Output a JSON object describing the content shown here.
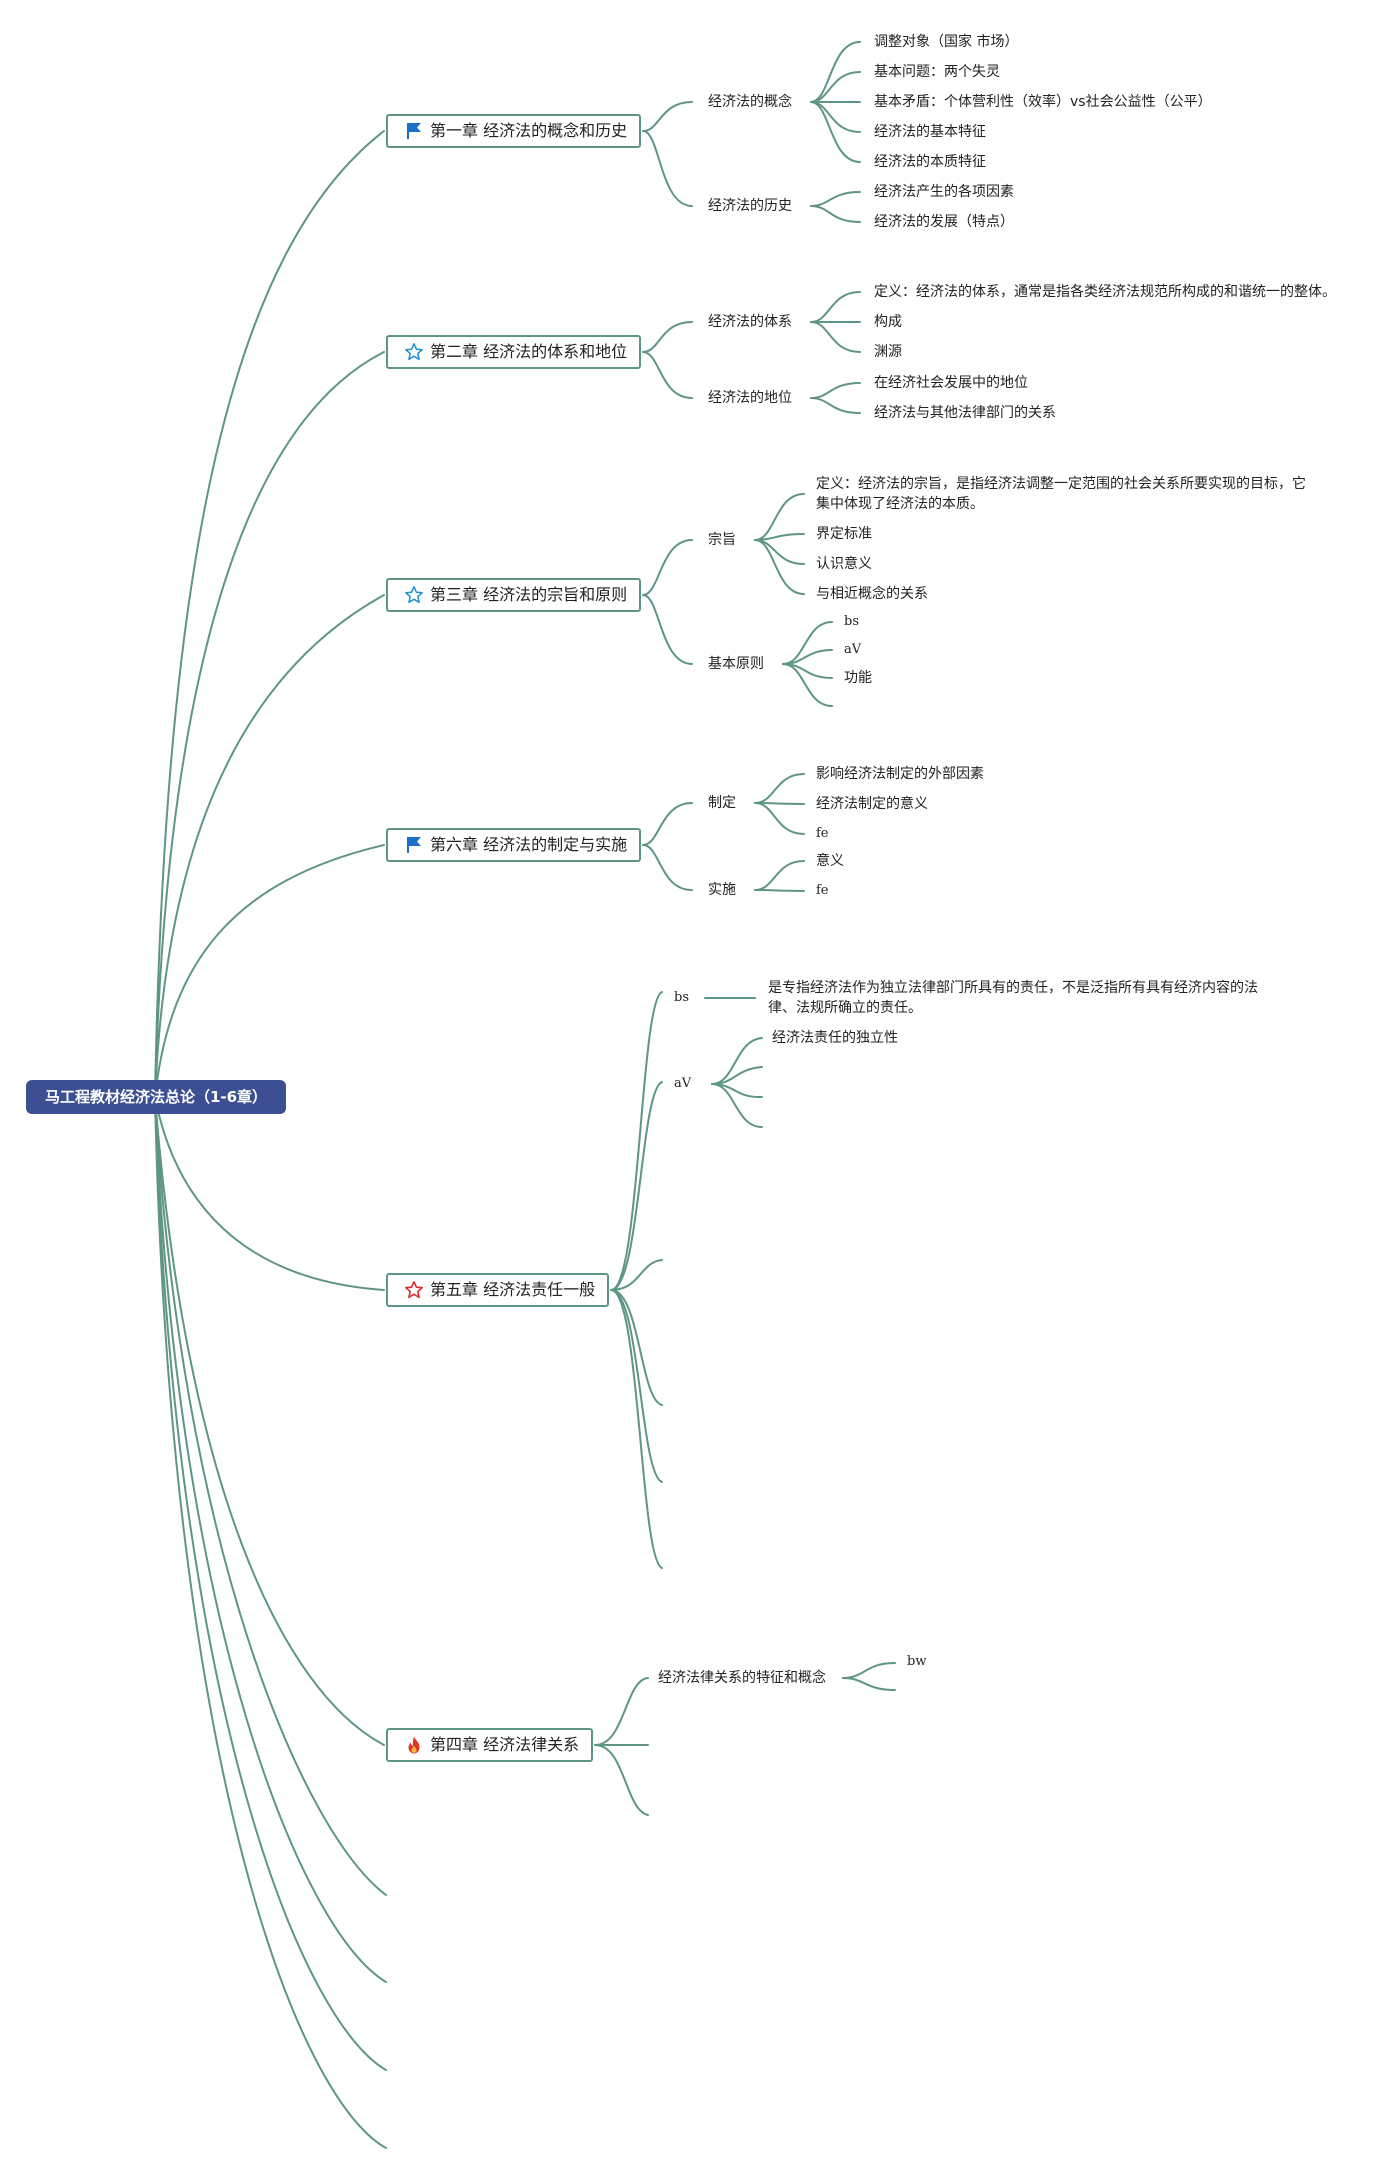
{
  "root": {
    "label": "马工程教材经济法总论（1-6章）"
  },
  "chapters": [
    {
      "label": "第一章 经济法的概念和历史",
      "icon": "flag-icon",
      "branches": [
        {
          "label": "经济法的概念",
          "leaves": [
            "调整对象（国家 市场）",
            "基本问题：两个失灵",
            "基本矛盾：个体营利性（效率）vs社会公益性（公平）",
            "经济法的基本特征",
            "经济法的本质特征"
          ]
        },
        {
          "label": "经济法的历史",
          "leaves": [
            "经济法产生的各项因素",
            "经济法的发展（特点）"
          ]
        }
      ]
    },
    {
      "label": "第二章 经济法的体系和地位",
      "icon": "star-outline-icon",
      "branches": [
        {
          "label": "经济法的体系",
          "leaves": [
            "定义：经济法的体系，通常是指各类经济法规范所构成的和谐统一的整体。",
            "构成",
            "渊源"
          ]
        },
        {
          "label": "经济法的地位",
          "leaves": [
            "在经济社会发展中的地位",
            "经济法与其他法律部门的关系"
          ]
        }
      ]
    },
    {
      "label": "第三章 经济法的宗旨和原则",
      "icon": "star-outline-icon",
      "branches": [
        {
          "label": "宗旨",
          "leaves": [
            "定义：经济法的宗旨，是指经济法调整一定范围的社会关系所要实现的目标，它集中体现了经济法的本质。",
            "界定标准",
            "认识意义",
            "与相近概念的关系"
          ]
        },
        {
          "label": "基本原则",
          "leaves": [
            "bs",
            "aV",
            "功能"
          ]
        }
      ]
    },
    {
      "label": "第六章 经济法的制定与实施",
      "icon": "flag-icon",
      "branches": [
        {
          "label": "制定",
          "leaves": [
            "影响经济法制定的外部因素",
            "经济法制定的意义",
            "fe"
          ]
        },
        {
          "label": "实施",
          "leaves": [
            "意义",
            "fe"
          ]
        }
      ]
    },
    {
      "label": "第五章 经济法责任一般",
      "icon": "star-red-icon",
      "branches": [
        {
          "label": "bs",
          "leaves": [
            "是专指经济法作为独立法律部门所具有的责任，不是泛指所有具有经济内容的法律、法规所确立的责任。"
          ]
        },
        {
          "label": "aV",
          "leaves": [
            "经济法责任的独立性"
          ]
        }
      ]
    },
    {
      "label": "第四章 经济法律关系",
      "icon": "fire-icon",
      "branches": [
        {
          "label": "经济法律关系的特征和概念",
          "leaves": [
            "bw"
          ]
        }
      ]
    }
  ],
  "colors": {
    "link": "#5f9583",
    "root_bg": "#3b4f92",
    "flag": "#1e6fc9",
    "star_outline": "#1f8fd1",
    "star_red": "#d9302c",
    "fire": "#e0351f"
  }
}
